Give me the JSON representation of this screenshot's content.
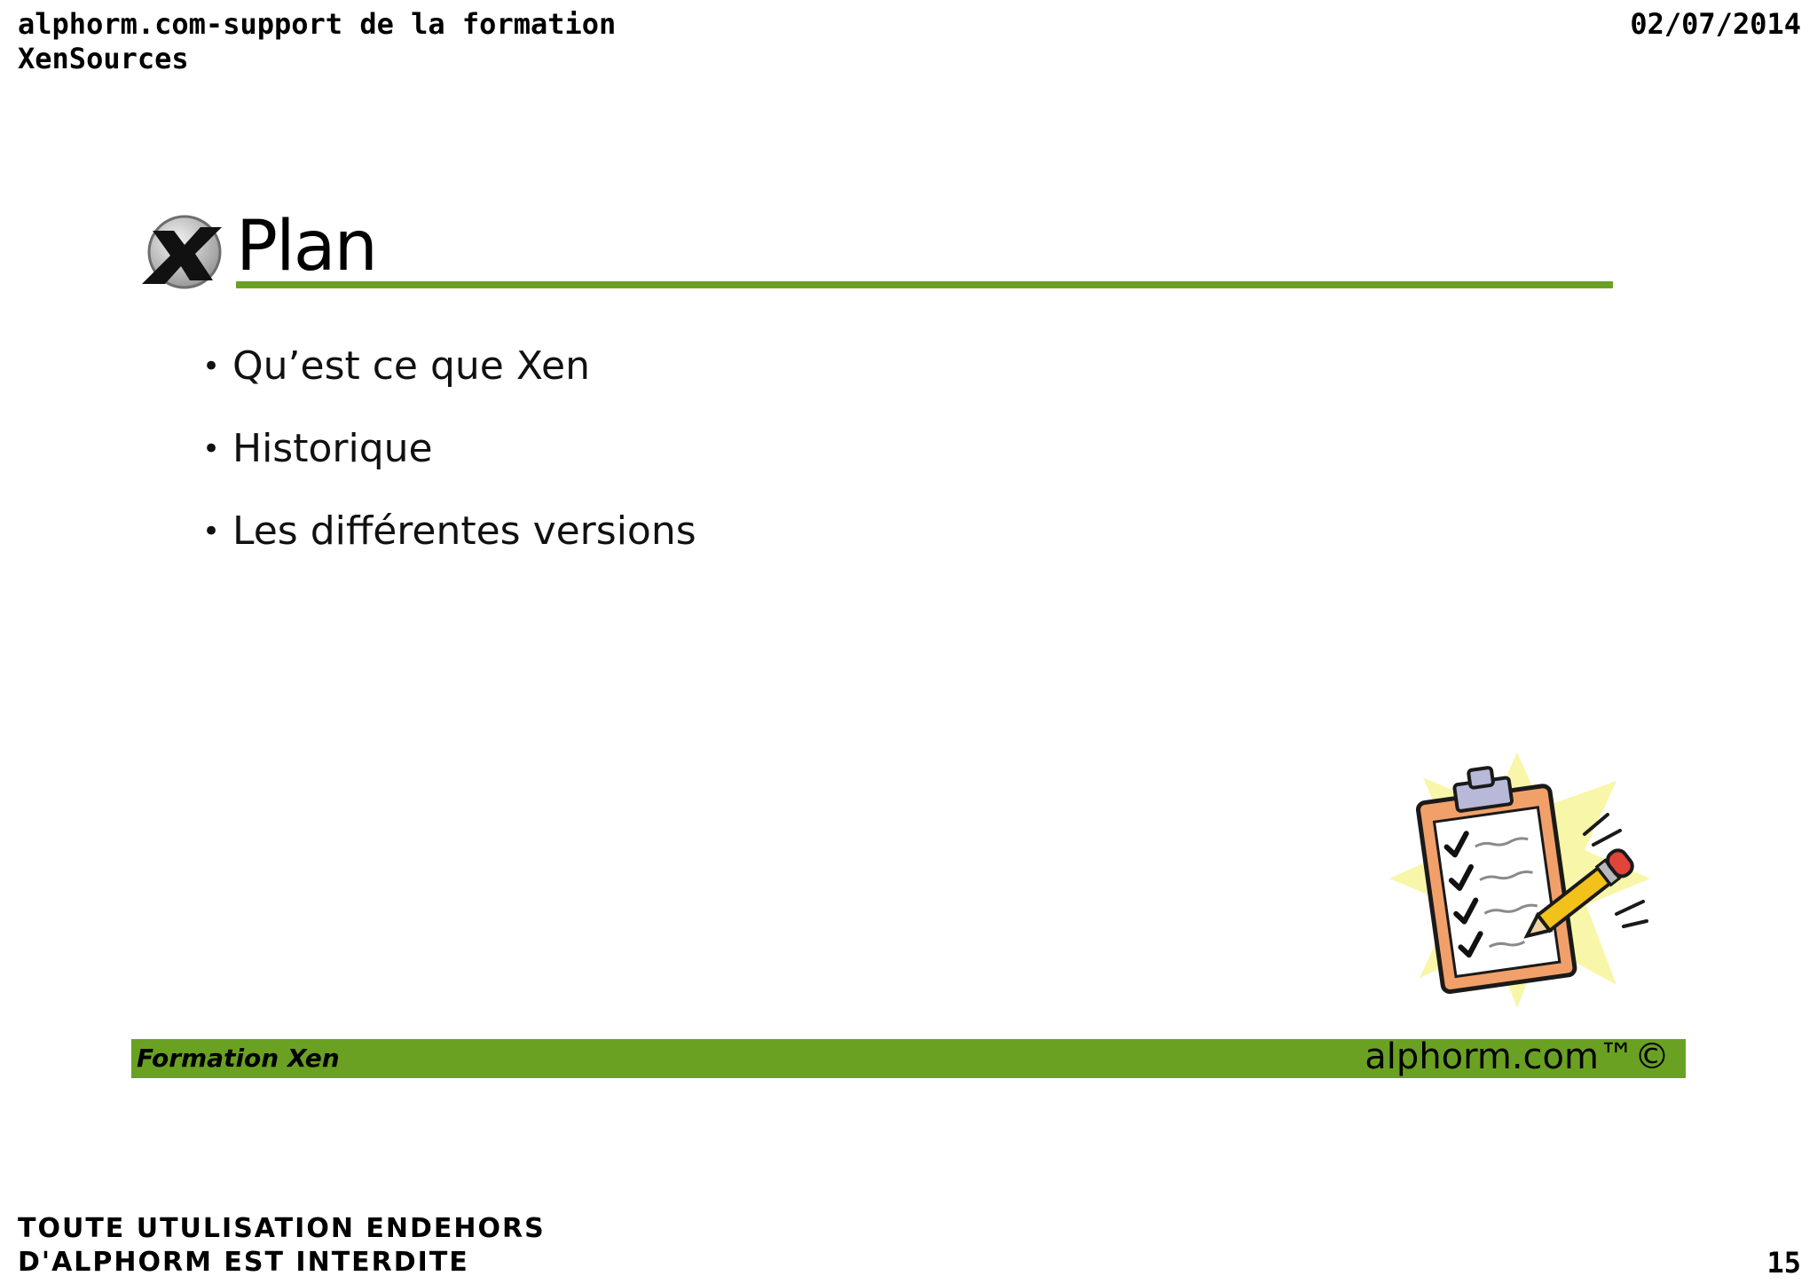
{
  "page_header": {
    "title": "alphorm.com-support de la formation\nXenSources",
    "date": "02/07/2014"
  },
  "slide": {
    "logo_icon": "xen-logo-icon",
    "title": "Plan",
    "bullets": [
      "Qu’est ce que Xen",
      "Historique",
      "Les différentes versions"
    ],
    "illustration_icon": "clipboard-checklist-pencil-icon",
    "footer": {
      "left_label": "Formation Xen",
      "right_label": "alphorm.com™©"
    },
    "colors": {
      "accent": "#6aa123"
    }
  },
  "page_footer": {
    "notice": "TOUTE UTULISATION ENDEHORS\nD'ALPHORM EST INTERDITE",
    "page_number": "15"
  }
}
